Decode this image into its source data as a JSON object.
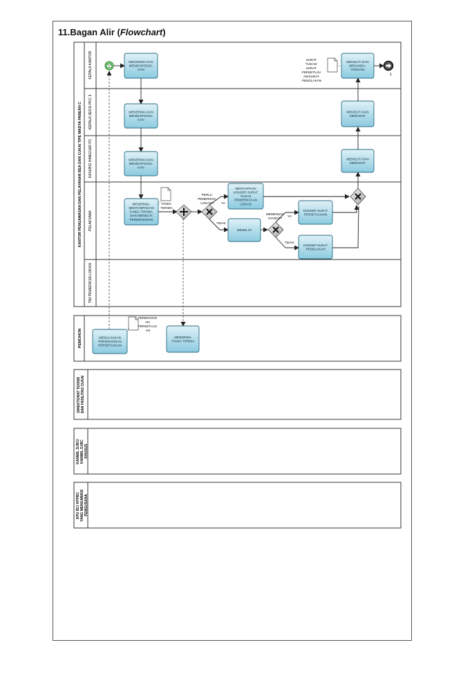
{
  "heading": {
    "number": "11.",
    "title": "Bagan Alir (",
    "title_italic": "Flowchart",
    "title_end": ")"
  },
  "pool_main": {
    "title": "KANTOR PENGAWASAN DAN PELAYANAN BEA DAN CUKAI TIPE MADYA PABEAN C",
    "lanes": {
      "kepala_kantor": "KEPALA KANTOR",
      "kepala_seksi": "KEPALA SEKSI PKC II",
      "kasubsi": "KASUBSI HANGGAR PC",
      "pelaksana": "PELAKSANA",
      "tim": "TIM PEMERIKSA LOKASI"
    }
  },
  "pool_pemohon": {
    "title": "PEMOHON"
  },
  "pool_dit": {
    "title": "DIREKTORAT TEKNIS DAN FASILITAS CUKAI"
  },
  "pool_kanwil": {
    "title": "KANWIL DJBC/ KANWIL DJBC KHUSUS"
  },
  "pool_kpu": {
    "title": "KPU BC/ KPPBC YANG MENGAWASI PENGUSAHA"
  },
  "tasks": {
    "kk_terima": [
      "MENERIMA DAN",
      "MENDISPOSISI-",
      "KAN"
    ],
    "kk_teliti": [
      "MENELITI DAN",
      "MENANDA-",
      "TANGANI"
    ],
    "ks_terima": [
      "MENERIMA DAN",
      "MENDISPOSISI-",
      "KAN"
    ],
    "ks_teliti": [
      "MENELITI DAN",
      "MEMARAF"
    ],
    "kh_terima": [
      "MENERIMA DAN",
      "MENDISPOSISI-",
      "KAN"
    ],
    "kh_teliti": [
      "MENELITI DAN",
      "MEMARAF"
    ],
    "p_terima": [
      "MENERIMA,",
      "MENYAMPAIKAN",
      "TANDA TERIMA,",
      "DAN MENELITI",
      "PERMOHONAN"
    ],
    "p_menyiapkan": [
      "MENYIAPKAN",
      "KONSEP SURAT",
      "TUGAS",
      "PEMERIKSAAN",
      "LOKASI"
    ],
    "p_meneliti": [
      "MENELITI"
    ],
    "p_setuju": [
      "KONSEP SURAT",
      "PERSETUJUAN"
    ],
    "p_tolak": [
      "KONSEP SURAT",
      "PENOLAKAN"
    ],
    "pm_ajukan": [
      "MENGAJUKAN",
      "PERMOHONAN",
      "PERSETUJUAN"
    ],
    "pm_terima": [
      "MENERIMA",
      "TANDA TERIMA"
    ]
  },
  "documents": {
    "surat_tugas": [
      "SURAT",
      "TUGAS/",
      "SURAT",
      "PERSETUJU",
      "AN/SURAT",
      "PENOLAKAN"
    ],
    "tanda_terima": [
      "TANDA",
      "TERIMA"
    ],
    "permohonan": [
      "PERMOHON",
      "AN",
      "PERSETUJU",
      "AN"
    ]
  },
  "gateways": {
    "perlu_label": [
      "PERLU",
      "PEMERIKSA",
      "LOKASI?"
    ],
    "memenuhi_label": [
      "MEMENUHI",
      "SYARAT?"
    ],
    "ya": "YA",
    "tidak": "TIDAK"
  },
  "end_marker": "1"
}
